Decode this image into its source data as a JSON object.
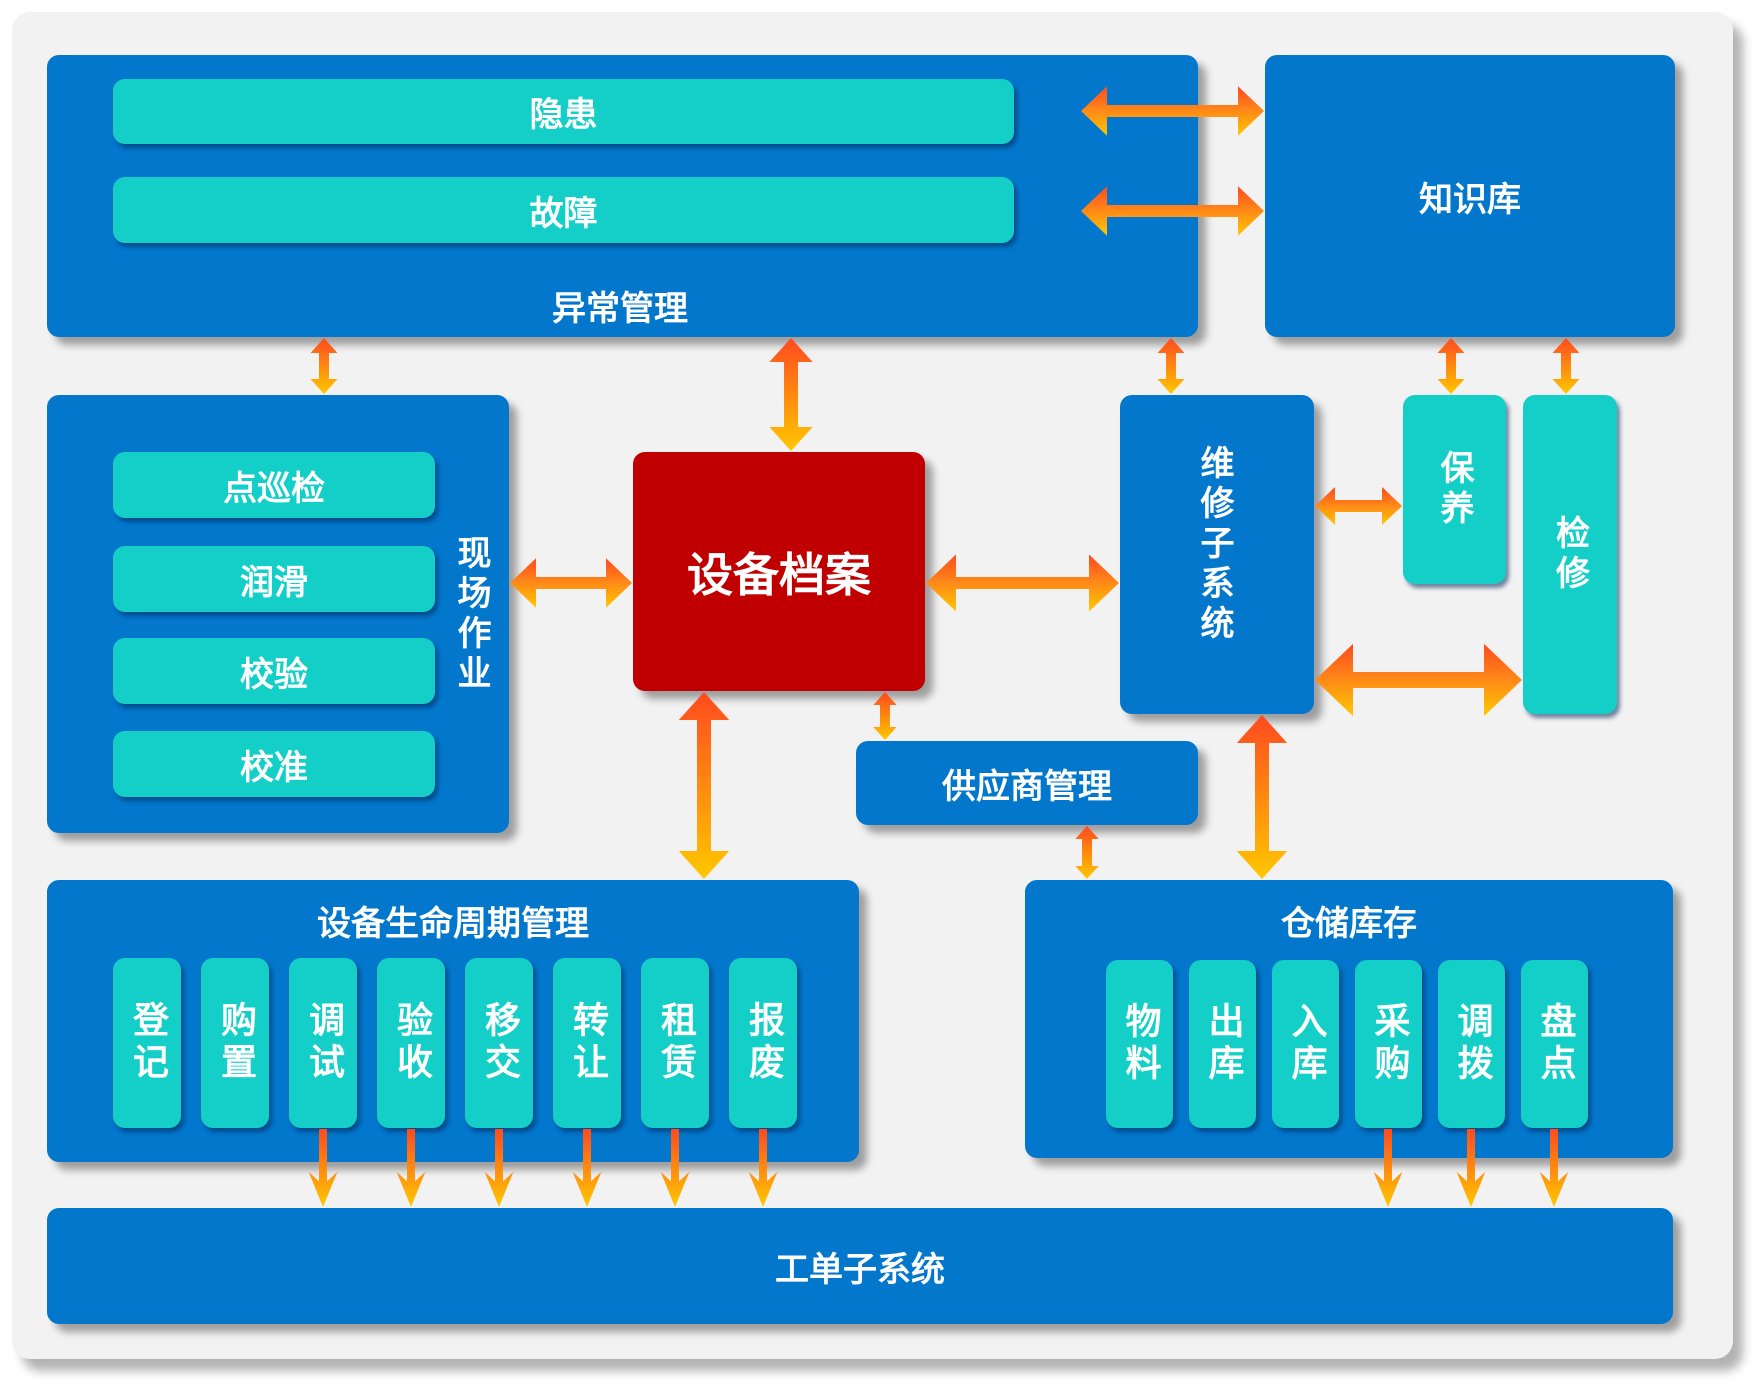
{
  "colors": {
    "panel_bg": "#f2f2f2",
    "module_blue": "#0277cc",
    "item_teal": "#14cfc8",
    "core_red": "#c00000",
    "arrow_start": "#ff4a1f",
    "arrow_end": "#ffc800"
  },
  "core": {
    "label": "设备档案"
  },
  "anomaly": {
    "title": "异常管理",
    "items": [
      {
        "label": "隐患"
      },
      {
        "label": "故障"
      }
    ]
  },
  "knowledge": {
    "title": "知识库"
  },
  "field_ops": {
    "title": "现场作业",
    "items": [
      {
        "label": "点巡检"
      },
      {
        "label": "润滑"
      },
      {
        "label": "校验"
      },
      {
        "label": "校准"
      }
    ]
  },
  "maintenance": {
    "title": "维修子系统",
    "items": [
      {
        "label": "保养"
      },
      {
        "label": "检修"
      }
    ]
  },
  "supplier": {
    "title": "供应商管理"
  },
  "lifecycle": {
    "title": "设备生命周期管理",
    "items": [
      {
        "label": "登记"
      },
      {
        "label": "购置"
      },
      {
        "label": "调试"
      },
      {
        "label": "验收"
      },
      {
        "label": "移交"
      },
      {
        "label": "转让"
      },
      {
        "label": "租赁"
      },
      {
        "label": "报废"
      }
    ]
  },
  "warehouse": {
    "title": "仓储库存",
    "items": [
      {
        "label": "物料"
      },
      {
        "label": "出库"
      },
      {
        "label": "入库"
      },
      {
        "label": "采购"
      },
      {
        "label": "调拨"
      },
      {
        "label": "盘点"
      }
    ]
  },
  "work_order": {
    "title": "工单子系统"
  },
  "connections": [
    {
      "from": "anomaly",
      "to": "field_ops",
      "type": "bidirectional"
    },
    {
      "from": "anomaly",
      "to": "core",
      "type": "bidirectional"
    },
    {
      "from": "anomaly",
      "to": "maintenance",
      "type": "bidirectional"
    },
    {
      "from": "anomaly.items.0",
      "to": "knowledge",
      "type": "bidirectional"
    },
    {
      "from": "anomaly.items.1",
      "to": "knowledge",
      "type": "bidirectional"
    },
    {
      "from": "knowledge",
      "to": "maintenance.items.0",
      "type": "bidirectional"
    },
    {
      "from": "knowledge",
      "to": "maintenance.items.1",
      "type": "bidirectional"
    },
    {
      "from": "field_ops",
      "to": "core",
      "type": "bidirectional"
    },
    {
      "from": "core",
      "to": "maintenance",
      "type": "bidirectional"
    },
    {
      "from": "maintenance",
      "to": "maintenance.items.0",
      "type": "bidirectional"
    },
    {
      "from": "maintenance",
      "to": "maintenance.items.1",
      "type": "bidirectional"
    },
    {
      "from": "core",
      "to": "lifecycle",
      "type": "bidirectional"
    },
    {
      "from": "core",
      "to": "supplier",
      "type": "bidirectional"
    },
    {
      "from": "supplier",
      "to": "warehouse",
      "type": "bidirectional"
    },
    {
      "from": "maintenance",
      "to": "warehouse",
      "type": "bidirectional"
    },
    {
      "from": "lifecycle.items.2",
      "to": "work_order",
      "type": "directed"
    },
    {
      "from": "lifecycle.items.3",
      "to": "work_order",
      "type": "directed"
    },
    {
      "from": "lifecycle.items.4",
      "to": "work_order",
      "type": "directed"
    },
    {
      "from": "lifecycle.items.5",
      "to": "work_order",
      "type": "directed"
    },
    {
      "from": "lifecycle.items.6",
      "to": "work_order",
      "type": "directed"
    },
    {
      "from": "lifecycle.items.7",
      "to": "work_order",
      "type": "directed"
    },
    {
      "from": "warehouse.items.3",
      "to": "work_order",
      "type": "directed"
    },
    {
      "from": "warehouse.items.4",
      "to": "work_order",
      "type": "directed"
    },
    {
      "from": "warehouse.items.5",
      "to": "work_order",
      "type": "directed"
    }
  ]
}
